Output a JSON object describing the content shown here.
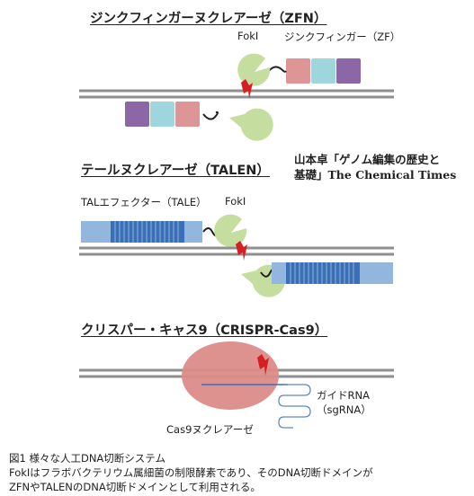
{
  "zfn": {
    "title": "ジンクフィンガーヌクレアーゼ（ZFN）",
    "foki_label": "FokI",
    "zf_label": "ジンクフィンガー（ZF）"
  },
  "talen": {
    "title": "テールヌクレアーゼ（TALEN）",
    "tale_label": "TALエフェクター（TALE）",
    "foki_label": "FokI"
  },
  "crispr": {
    "title": "クリスパー・キャス9（CRISPR-Cas9）",
    "guide_rna_label": "ガイドRNA",
    "sgrna_label": "（sgRNA）",
    "cas9_label": "Cas9ヌクレアーゼ"
  },
  "citation": {
    "line1": "山本卓「ゲノム編集の歴史と",
    "line2": "基礎」The Chemical Times"
  },
  "caption": {
    "line1": "図1 様々な人工DNA切断システム",
    "line2": "FokIはフラボバクテリウム属細菌の制限酵素であり、そのDNA切断ドメインが",
    "line3": "ZFNやTALENのDNA切断ドメインとして利用される。"
  },
  "colors": {
    "dna_strand": "#8f8f8f",
    "foki_domain": "#c5dd9e",
    "zf_pink": "#de9596",
    "zf_cyan": "#9fd6de",
    "zf_purple": "#8c67a8",
    "tale_light": "#93b6dd",
    "tale_repeat": "#3a6fb8",
    "cas9": "#dc8c8a",
    "cut_bolt": "#d42020",
    "guide_rna": "#5f88c8"
  }
}
